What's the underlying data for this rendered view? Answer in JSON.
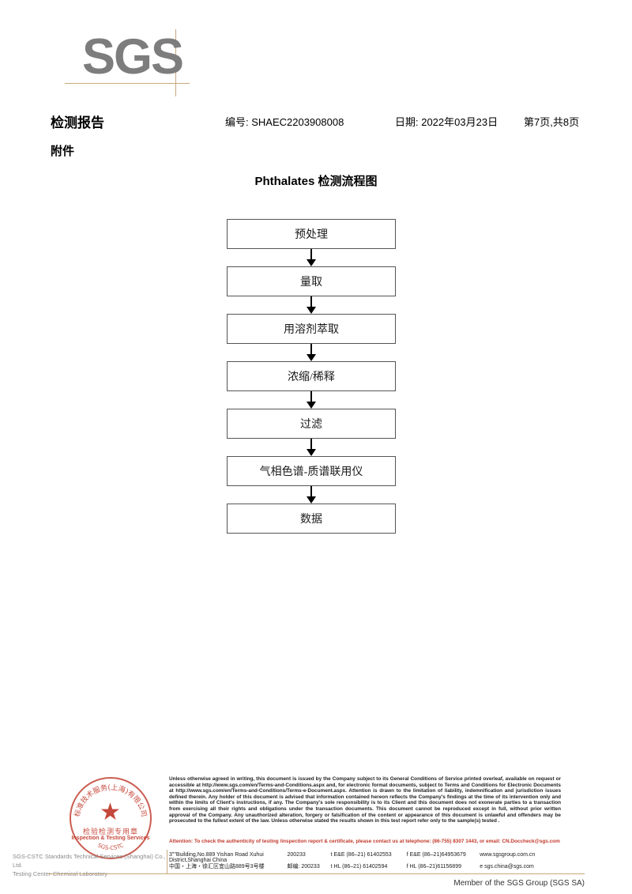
{
  "logo": {
    "text": "SGS"
  },
  "header": {
    "title": "检测报告",
    "report_no": "编号: SHAEC2203908008",
    "date": "日期: 2022年03月23日",
    "page": "第7页,共8页",
    "attachment_label": "附件"
  },
  "flow": {
    "title": "Phthalates 检测流程图",
    "steps": [
      "预处理",
      "量取",
      "用溶剂萃取",
      "浓缩/稀释",
      "过滤",
      "气相色谱-质谱联用仪",
      "数据"
    ]
  },
  "seal": {
    "cn_text": "检验检测专用章",
    "en_text": "Inspection & Testing Services",
    "ring_top": "标准技术服务(上海)有限公司",
    "ring_bottom": "SGS-CSTC",
    "star": "★",
    "company_line1": "SGS-CSTC Standards Technical Services (Shanghai) Co., Ltd.",
    "company_line2": "Testing Center-Chemical Laboratory"
  },
  "footer": {
    "legal": "Unless otherwise agreed in writing, this document is issued by the Company subject to its General Conditions of Service printed overleaf, available on request or accessible at http://www.sgs.com/en/Terms-and-Conditions.aspx and, for electronic format documents, subject to Terms and Conditions for Electronic Documents at http://www.sgs.com/en/Terms-and-Conditions/Terms-e-Document.aspx. Attention is drawn to the limitation of liability, indemnification and jurisdiction issues defined therein. Any holder of this document is advised that information contained hereon reflects the Company's findings at the time of its intervention only and within the limits of Client's instructions, if any. The Company's sole responsibility is to its Client and this document does not exonerate parties to a transaction from exercising all their rights and obligations under the transaction documents. This document cannot be reproduced except in full, without prior written approval of the Company. Any unauthorized alteration, forgery or falsification of the content or appearance of this document is unlawful and offenders may be prosecuted to the fullest extent of the law. Unless otherwise stated the results shown in this test report refer only to the sample(s) tested .",
    "attention": "Attention: To check the authenticity of testing /inspection report & certificate, please contact us at telephone: (86-755) 8307 1443, or email: CN.Doccheck@sgs.com",
    "address_en": "3\"\"Building,No.889 Yishan Road Xuhui District,Shanghai China",
    "address_cn": "中国・上海・徐汇区宜山路889号3号楼",
    "postcode_en": "200233",
    "postcode_cn": "邮编: 200233",
    "tel1_en": "t E&E (86–21) 61402553",
    "tel2_en": "f E&E (86–21)64953679",
    "tel1_cn": "t HL (86–21) 61402594",
    "tel2_cn": "f HL (86–21)61156899",
    "web": "www.sgsgroup.com.cn",
    "email": "e  sgs.china@sgs.com",
    "member": "Member of the SGS Group (SGS SA)"
  }
}
